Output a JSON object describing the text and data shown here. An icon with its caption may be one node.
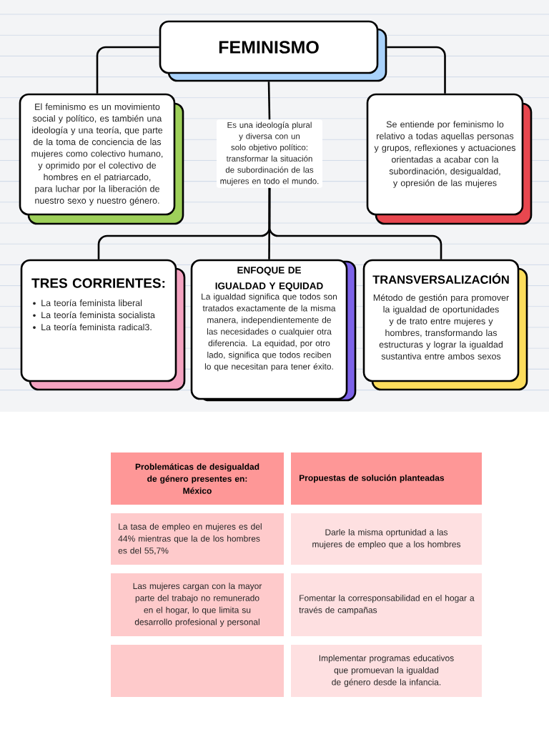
{
  "diagram": {
    "nodes": [
      {
        "text": [
          "FEMINISMO"
        ]
      },
      {
        "text": [
          "El feminismo es un movimiento social y político, es también una ideología y una teoría, que parte de la toma de conciencia de las mujeres como colectivo humano, y oprimido por el colectivo de hombres en el patriarcado, para luchar por la liberación de nuestro sexo y nuestro género."
        ]
      },
      {
        "text": [
          "Es una ideología plural y diversa con un solo objetivo político: transformar la situación de subordinación de las mujeres en todo el mundo."
        ]
      },
      {
        "text": [
          "Se entiende por feminismo lo relativo a todas aquellas personas y grupos, reflexiones y actuaciones orientadas a acabar con la subordinación, desigualdad, y opresión de las mujeres"
        ]
      },
      {
        "text": [
          "TRES CORRIENTES:",
          "La teoría feminista liberal",
          "La teoría feminista socialista",
          "La teoría feminista radical3."
        ]
      },
      {
        "text": [
          "ENFOQUE DE IGUALDAD Y EQUIDAD",
          "La igualdad significa que todos son tratados exactamente de la misma manera, independientemente de las necesidades o cualquier otra diferencia. La equidad, por otro lado, significa que todos reciben lo que necesitan para tener éxito."
        ]
      },
      {
        "text": [
          "TRANSVERSALIZACIÓN",
          "Método de gestión para promover la igualdad de oportunidades y de trato entre mujeres y hombres, transformando las estructuras y lograr la igualdad sustantiva entre ambos sexos"
        ]
      }
    ],
    "edges": [
      {
        "from": 0,
        "to": 1,
        "arrow": "none"
      },
      {
        "from": 0,
        "to": 3,
        "arrow": "none"
      },
      {
        "from": 0,
        "to": 2,
        "arrow": "none"
      },
      {
        "from": 2,
        "to": 4,
        "arrow": "none"
      },
      {
        "from": 2,
        "to": 5,
        "arrow": "none"
      },
      {
        "from": 2,
        "to": 6,
        "arrow": "none"
      }
    ],
    "labels": [
      "Problemáticas de desigualdad de género presentes en:",
      "México",
      "Propuestas de solución planteadas",
      "La tasa de empleo en mujeres es del 44% mientras que la de los hombres es del 55,7%",
      "Darle la misma oprtunidad a las mujeres de empleo que a los hombres",
      "Las mujeres cargan con la mayor parte del trabajo no remunerado en el hogar, lo que limita su desarrollo profesional y personal",
      "Fomentar la corresponsabilidad en el hogar a través de campañas",
      "Implementar programas educativos que promuevan la igualdad de género desde la infancia."
    ]
  }
}
